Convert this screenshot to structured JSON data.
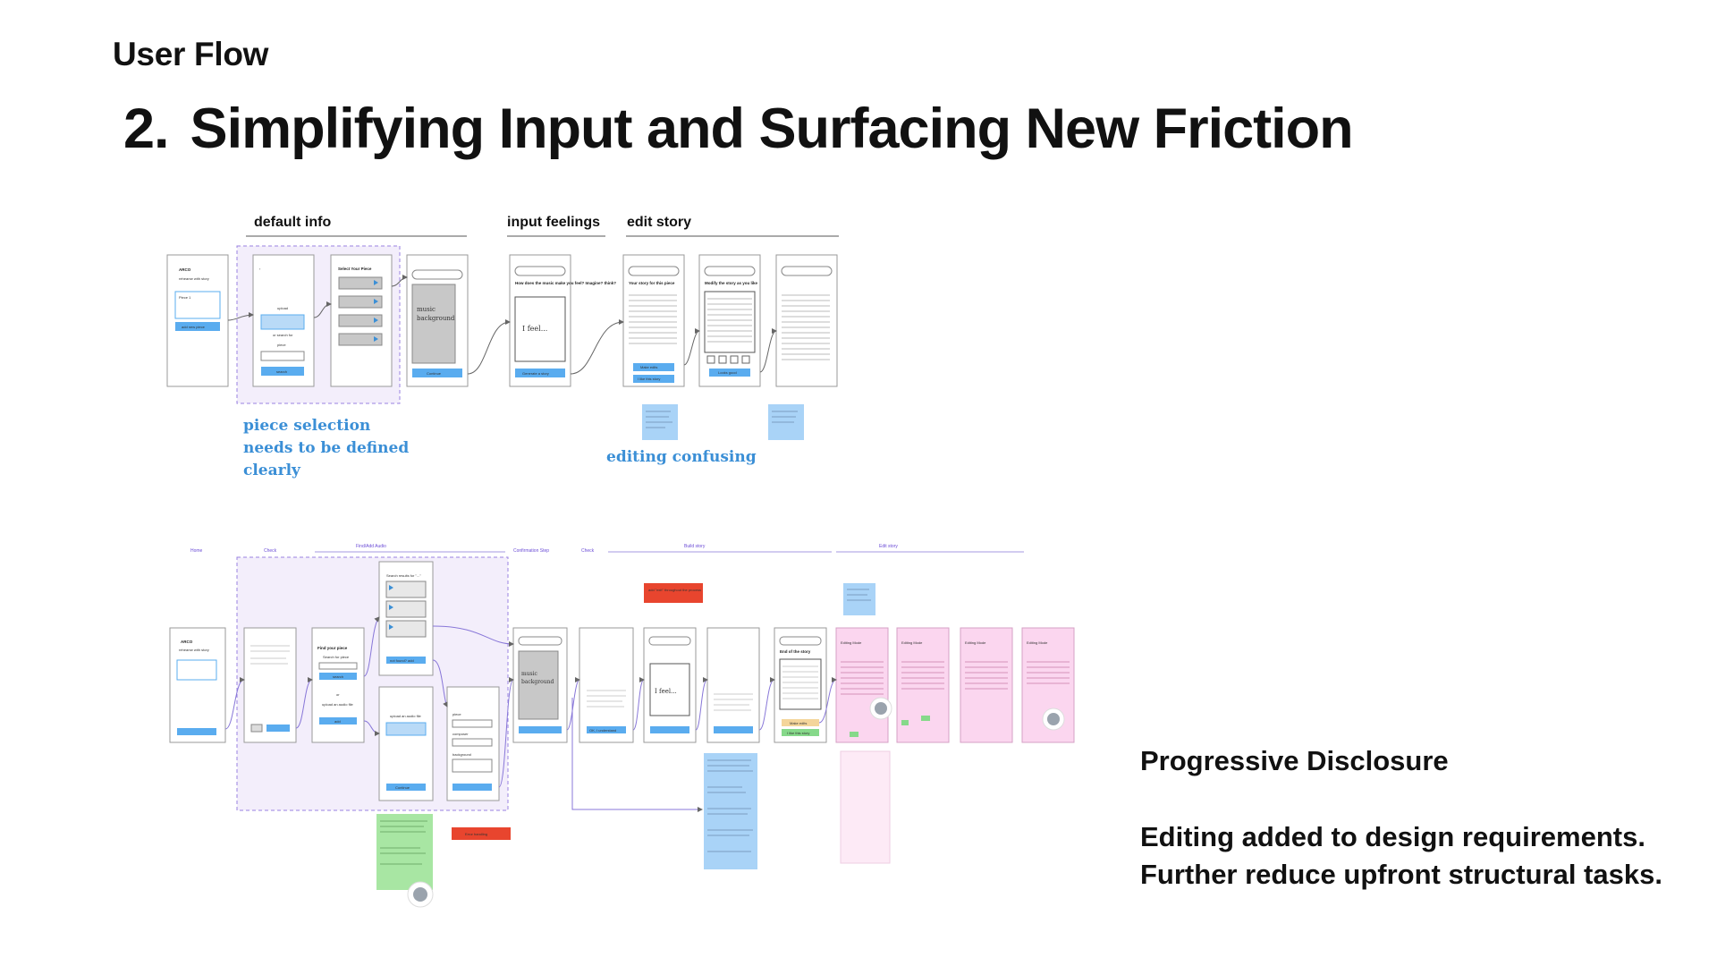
{
  "header": {
    "eyebrow": "User Flow",
    "number": "2.",
    "title": "Simplifying Input and Surfacing New Friction"
  },
  "top_flow": {
    "sections": [
      "default info",
      "input feelings",
      "edit story"
    ],
    "notes": [
      "piece selection",
      "needs to be defined",
      "clearly",
      "editing confusing"
    ],
    "screen_texts": {
      "app_name": "ARCO",
      "app_sub": "rehearse with story",
      "piece": "Piece 1",
      "add_piece": "add new piece",
      "upload": "upload",
      "search_for": "or search for",
      "piece_word": "piece",
      "search_btn": "search",
      "select_piece": "Select Your Piece",
      "music": "music",
      "background": "background",
      "continue": "Continue",
      "feel_q": "How does the music make you feel? Imagine? think?",
      "i_feel": "I feel...",
      "generate": "Generate a story",
      "your_story": "Your story for this piece",
      "modify": "Modify the story as you like",
      "make_edits": "Make edits",
      "like_story": "I like this story",
      "looks_good": "Looks good"
    }
  },
  "bottom_flow": {
    "sections": [
      "Home",
      "Check",
      "Find/Add Audio",
      "Confirmation Step",
      "Check",
      "Build story",
      "Edit story"
    ],
    "tags": [
      "add \"exit\" throughout the process",
      "Error handling"
    ],
    "screen_texts": {
      "find_piece": "Find your piece",
      "search_for_piece": "Search for piece",
      "search": "search",
      "or": "or",
      "upload_audio": "upload an audio file",
      "add": "add",
      "not_found": "not found? add",
      "search_results": "Search results for \"...\"",
      "piece": "piece",
      "composer": "composer",
      "background": "background",
      "continue": "Continue",
      "ok_understand": "OK, I understand",
      "story_end": "End of the story",
      "make_edits": "Make edits",
      "like_story": "I like this story",
      "editing_mode": "Editing Mode"
    }
  },
  "side": {
    "heading": "Progressive Disclosure",
    "lines": [
      "Editing added to design requirements.",
      "Further reduce upfront structural tasks."
    ]
  }
}
